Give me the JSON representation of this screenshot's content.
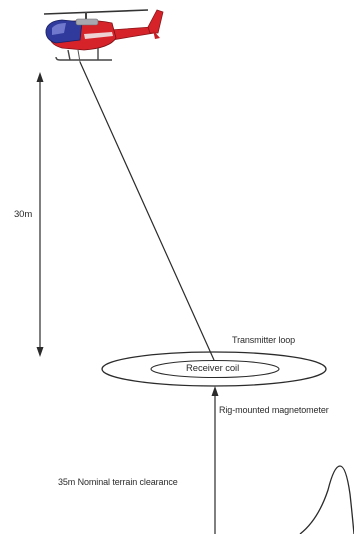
{
  "diagram": {
    "labels": {
      "altitude": "30m",
      "transmitter": "Transmitter loop",
      "receiver": "Receiver coil",
      "magnetometer": "Rig-mounted magnetometer",
      "clearance": "35m Nominal terrain clearance"
    },
    "colors": {
      "helicopter_body": "#d6232a",
      "helicopter_cockpit": "#2f3a9c",
      "lines": "#2b2b2b",
      "background": "#ffffff"
    }
  }
}
